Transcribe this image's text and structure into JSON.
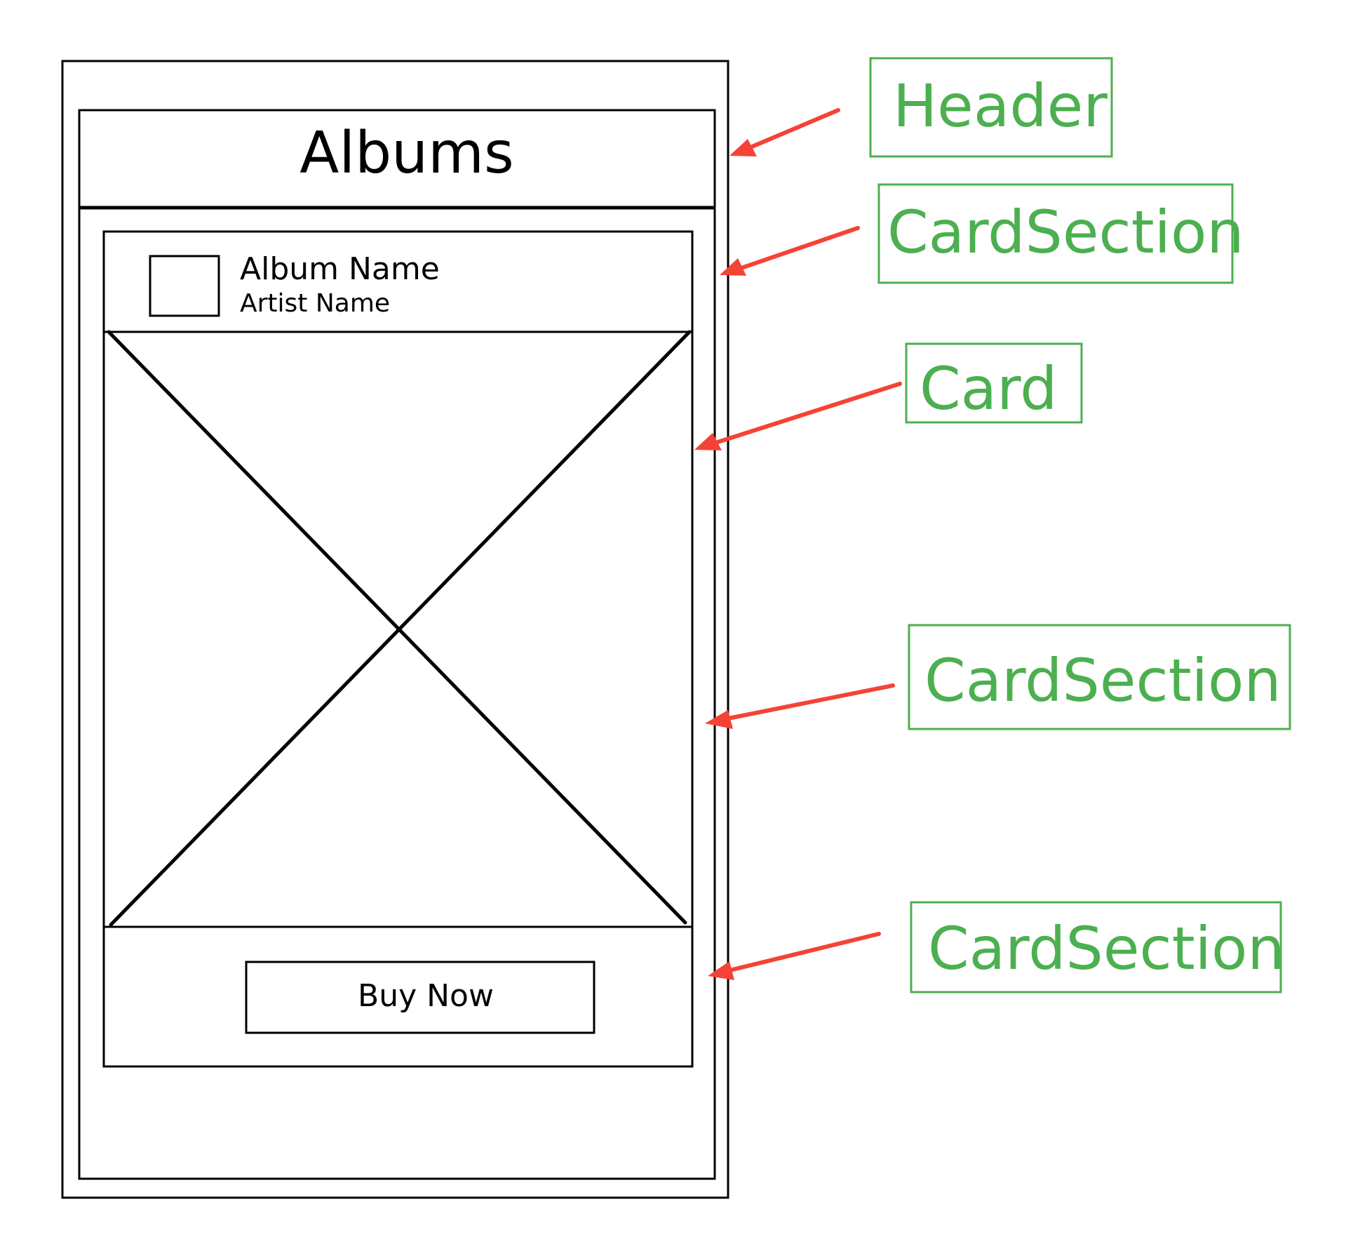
{
  "phone": {
    "header_title": "Albums",
    "album_name": "Album Name",
    "artist_name": "Artist Name",
    "buy_button_label": "Buy Now"
  },
  "annotations": [
    {
      "id": "header",
      "label": "Header"
    },
    {
      "id": "cardsection-top",
      "label": "CardSection"
    },
    {
      "id": "card",
      "label": "Card"
    },
    {
      "id": "cardsection-middle",
      "label": "CardSection"
    },
    {
      "id": "cardsection-bottom",
      "label": "CardSection"
    }
  ],
  "colors": {
    "wireframe": "#000000",
    "annotation_box": "#4caf50",
    "annotation_text": "#4caf50",
    "arrow": "#f44336",
    "background": "#ffffff"
  }
}
